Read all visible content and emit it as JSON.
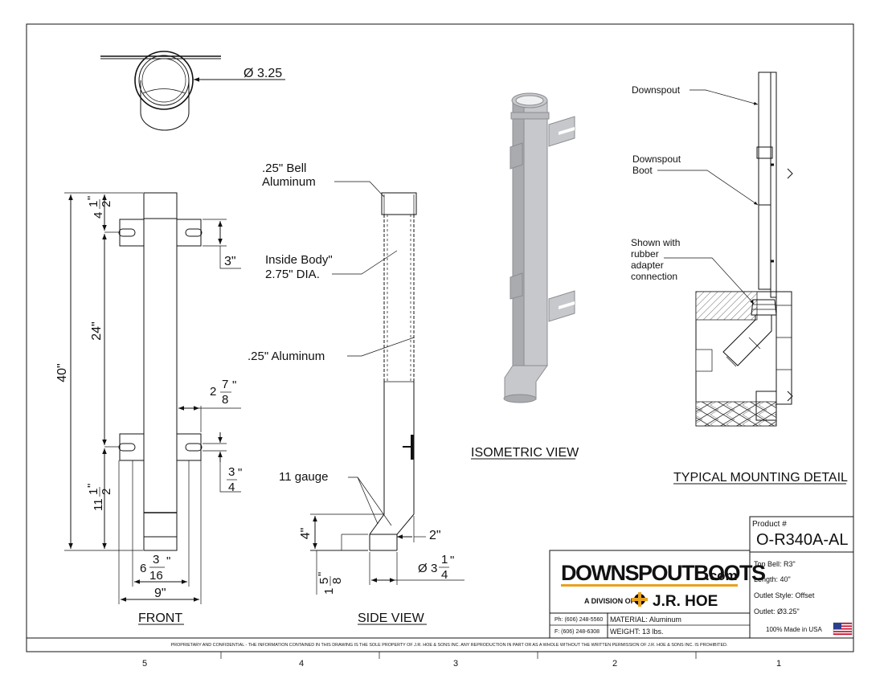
{
  "views": {
    "front": "FRONT",
    "side": "SIDE VIEW",
    "isometric": "ISOMETRIC VIEW",
    "mounting": "TYPICAL MOUNTING DETAIL"
  },
  "top_view": {
    "diameter_symbol": "Ø",
    "diameter_value": "3.25"
  },
  "front_dims": {
    "overall": "40\"",
    "top_whole": "4",
    "top_num": "1",
    "top_den": "2",
    "middle": "24\"",
    "bottom_whole": "11",
    "bottom_num": "1",
    "bottom_den": "2",
    "bracket_height": "3\"",
    "bracket_off_whole": "2",
    "bracket_off_num": "7",
    "bracket_off_den": "8",
    "slot_num": "3",
    "slot_den": "4",
    "inner_whole": "6",
    "inner_num": "3",
    "inner_den": "16",
    "outer": "9\"",
    "inch_mark": "\""
  },
  "side_labels": {
    "bell_line1": ".25\" Bell",
    "bell_line2": "Aluminum",
    "body_line1": "Inside Body\"",
    "body_line2": "2.75\" DIA.",
    "wall": ".25\" Aluminum",
    "gauge": "11 gauge"
  },
  "side_dims": {
    "outlet_height": "4\"",
    "outlet_offset": "2\"",
    "outlet_whole": "1",
    "outlet_num": "5",
    "outlet_den": "8",
    "outlet_dia_symbol": "Ø",
    "outlet_dia_whole": "3",
    "outlet_dia_num": "1",
    "outlet_dia_den": "4",
    "inch_mark": "\""
  },
  "mounting_labels": {
    "downspout": "Downspout",
    "boot_line1": "Downspout",
    "boot_line2": "Boot",
    "shown_line1": "Shown with",
    "shown_line2": "rubber",
    "shown_line3": "adapter",
    "shown_line4": "connection"
  },
  "title_block": {
    "brand": "DOWNSPOUTBOOTS",
    "brand_suffix": ".com",
    "division_prefix": "A DIVISION OF",
    "division_name": "J.R. HOE",
    "phone": "Ph: (606) 248-5560",
    "fax": "F: (606) 248-6308",
    "material": "MATERIAL: Aluminum",
    "weight": "WEIGHT: 13 lbs.",
    "product_label": "Product #",
    "product_number": "O-R340A-AL",
    "top_bell": "Top Bell: R3\"",
    "length": "Length: 40\"",
    "outlet_style": "Outlet Style: Offset",
    "outlet": "Outlet: Ø3.25\"",
    "made_in": "100% Made in USA"
  },
  "colors": {
    "brand_accent": "#e8a21f",
    "flag_red": "#c8102e",
    "flag_blue": "#2b3f8f",
    "pipe_gray": "#c7c8cb"
  },
  "footer": {
    "proprietary": "PROPRIETARY AND CONFIDENTIAL - THE INFORMATION CONTAINED IN THIS DRAWING IS THE SOLE PROPERTY OF J.R. HOE & SONS INC. ANY REPRODUCTION IN PART OR AS A WHOLE WITHOUT THE WRITTEN PERMISSION OF J.R. HOE & SONS INC. IS PROHIBITED.",
    "zones": [
      "5",
      "4",
      "3",
      "2",
      "1"
    ]
  }
}
